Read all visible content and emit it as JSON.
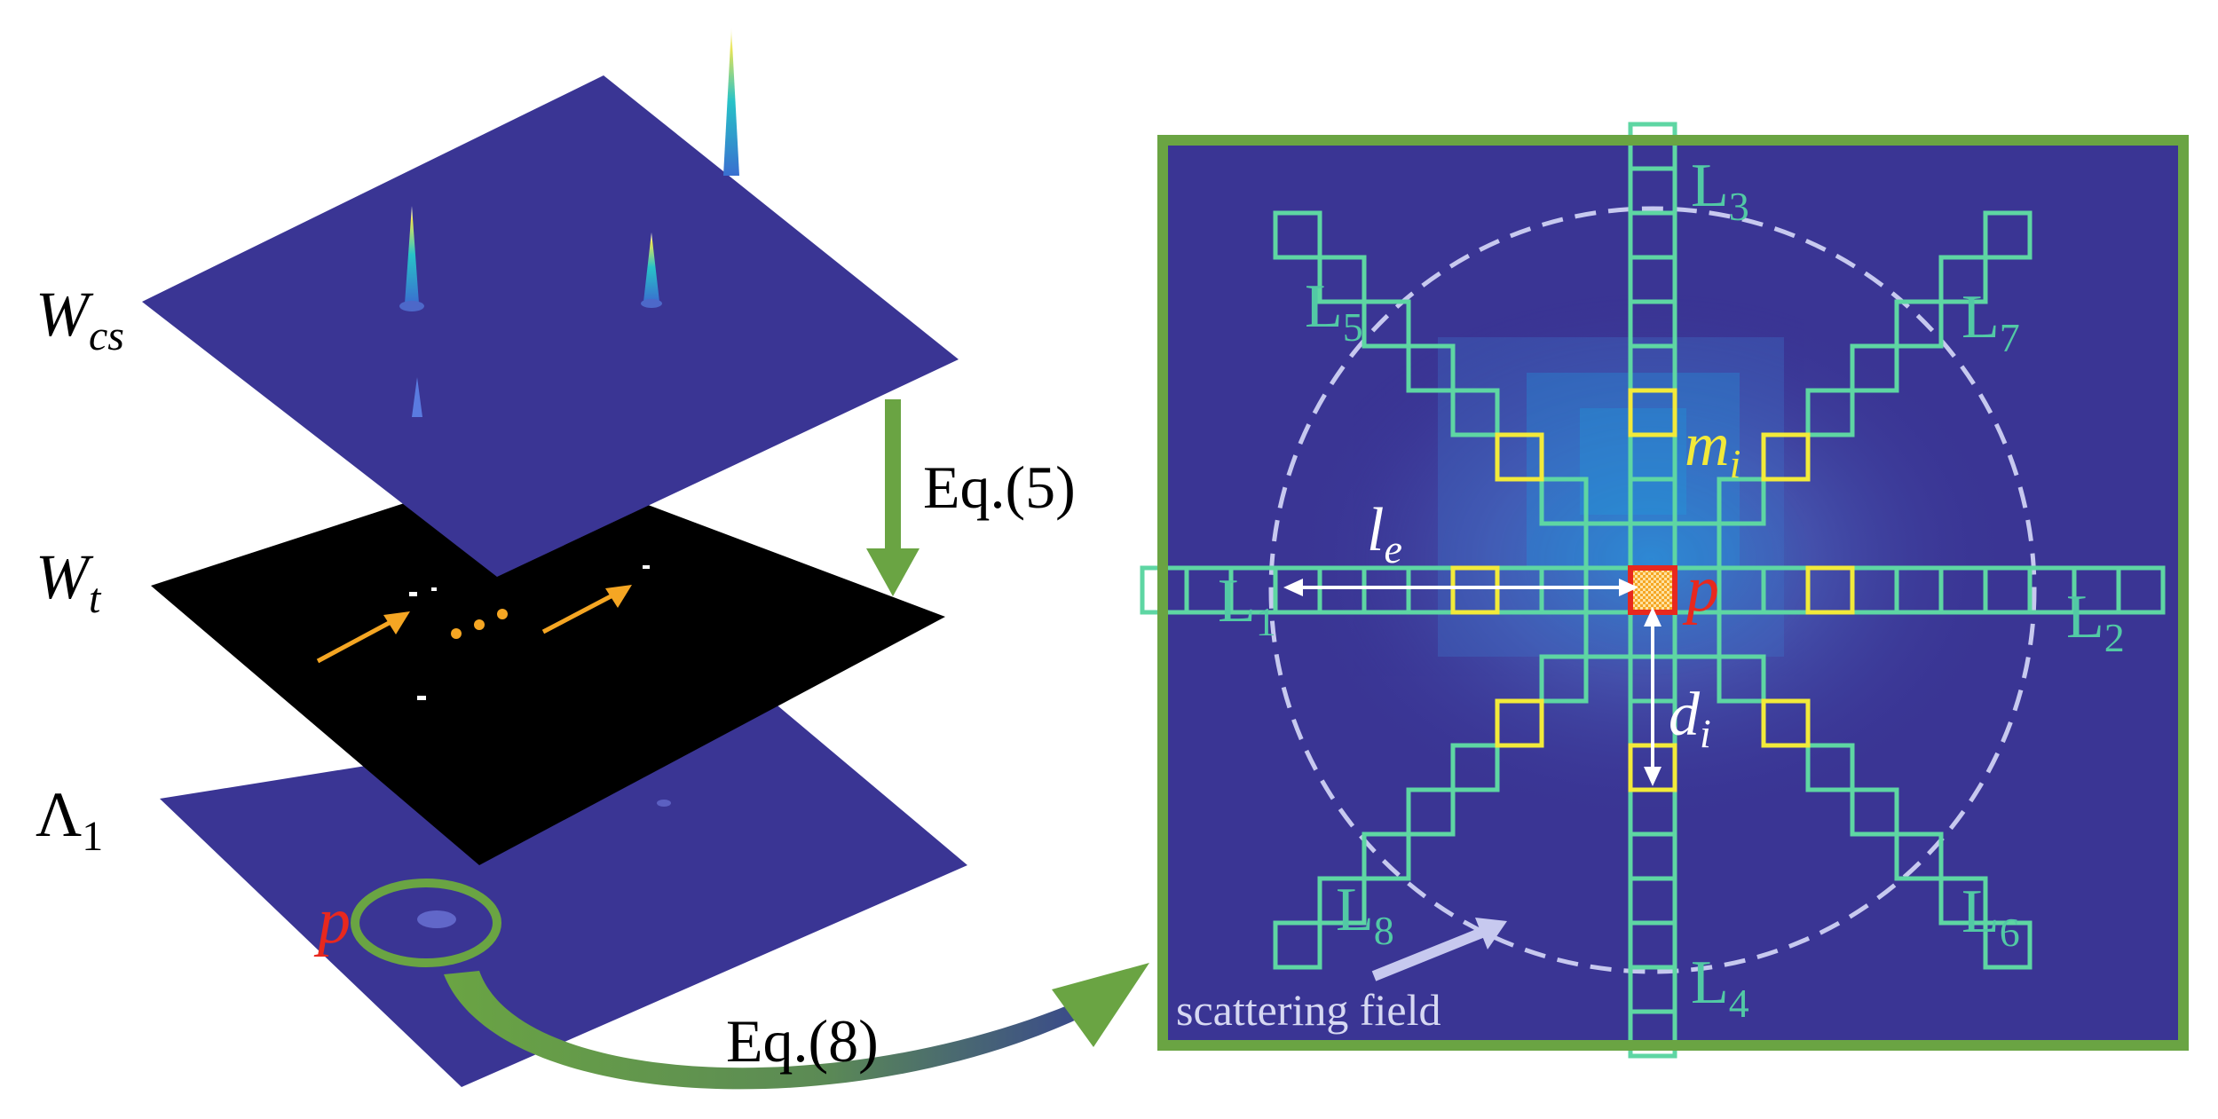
{
  "left_stack": {
    "layer_labels": [
      {
        "base": "W",
        "sub": "cs"
      },
      {
        "base": "W",
        "sub": "t"
      },
      {
        "base": "Λ",
        "sub": "1"
      }
    ],
    "point_label": "p",
    "eq5_label": "Eq.(5)",
    "eq8_label": "Eq.(8)"
  },
  "right_panel": {
    "lines": [
      {
        "base": "L",
        "sub": "1"
      },
      {
        "base": "L",
        "sub": "2"
      },
      {
        "base": "L",
        "sub": "3"
      },
      {
        "base": "L",
        "sub": "4"
      },
      {
        "base": "L",
        "sub": "5"
      },
      {
        "base": "L",
        "sub": "6"
      },
      {
        "base": "L",
        "sub": "7"
      },
      {
        "base": "L",
        "sub": "8"
      }
    ],
    "m_label": {
      "base": "m",
      "sub": "i"
    },
    "l_label": {
      "base": "l",
      "sub": "e"
    },
    "d_label": {
      "base": "d",
      "sub": "i"
    },
    "p_label": "p",
    "field_label": "scattering field"
  },
  "colors": {
    "plane_blue": "#3a3594",
    "green": "#6aa443",
    "cell_green": "#5ed6a3",
    "yellow": "#f2ea3a",
    "red": "#e8281e",
    "orange": "#f5a623",
    "label_cyan": "#52c9a5"
  }
}
